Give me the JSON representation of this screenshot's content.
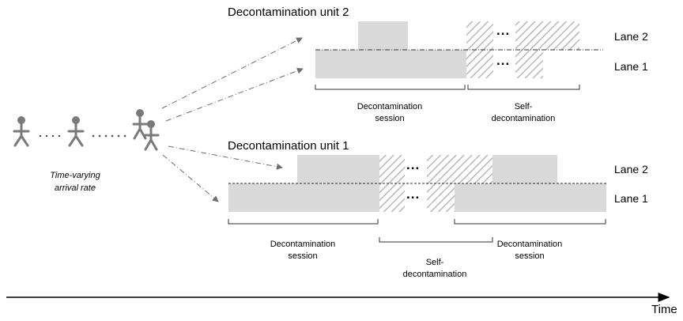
{
  "diagram": {
    "unit2": {
      "title": "Decontamination unit 2",
      "lane2": "Lane 2",
      "lane1": "Lane 1",
      "session_label": "Decontamination session",
      "self_label": "Self-decontamination"
    },
    "unit1": {
      "title": "Decontamination unit 1",
      "lane2": "Lane 2",
      "lane1": "Lane 1",
      "session1_label": "Decontamination session",
      "self_label": "Self-decontamination",
      "session2_label": "Decontamination session"
    },
    "arrival_label": "Time-varying arrival rate",
    "time_label": "Time",
    "ellipsis": "...",
    "colors": {
      "block": "#d9d9d9",
      "hatch": "#b8b8b8",
      "figure": "#7a7a7a",
      "arrow": "#6e6e6e",
      "bracket": "#333333"
    }
  }
}
